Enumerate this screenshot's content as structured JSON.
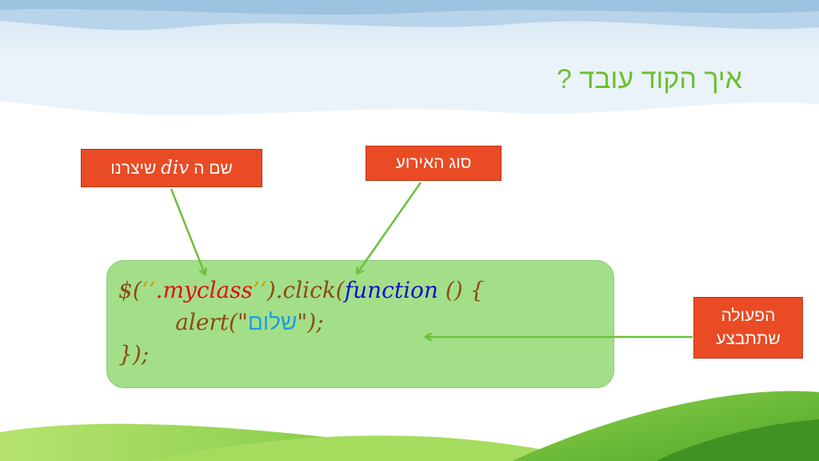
{
  "title": "איך הקוד עובד ?",
  "labels": {
    "div_name_prefix": "שם ה",
    "div_word": "div",
    "div_name_suffix": "שיצרנו",
    "event_type": "סוג האירוע",
    "action_line1": "הפעולה",
    "action_line2": "שתתבצע"
  },
  "code": {
    "l1_start": "$(",
    "l1_q1": "‘‘",
    "l1_class": ".myclass",
    "l1_q2": "’’",
    "l1_click": ").click(",
    "l1_function": "function",
    "l1_end": " () {",
    "l2_indent": "        ",
    "l2_alert": "alert(\"",
    "l2_text": "שלום",
    "l2_end": "\");",
    "l3": "});"
  },
  "colors": {
    "accent_green": "#6bbf2e",
    "label_red": "#e94b24",
    "code_box": "#a3de89",
    "arrow": "#6cc03a"
  }
}
